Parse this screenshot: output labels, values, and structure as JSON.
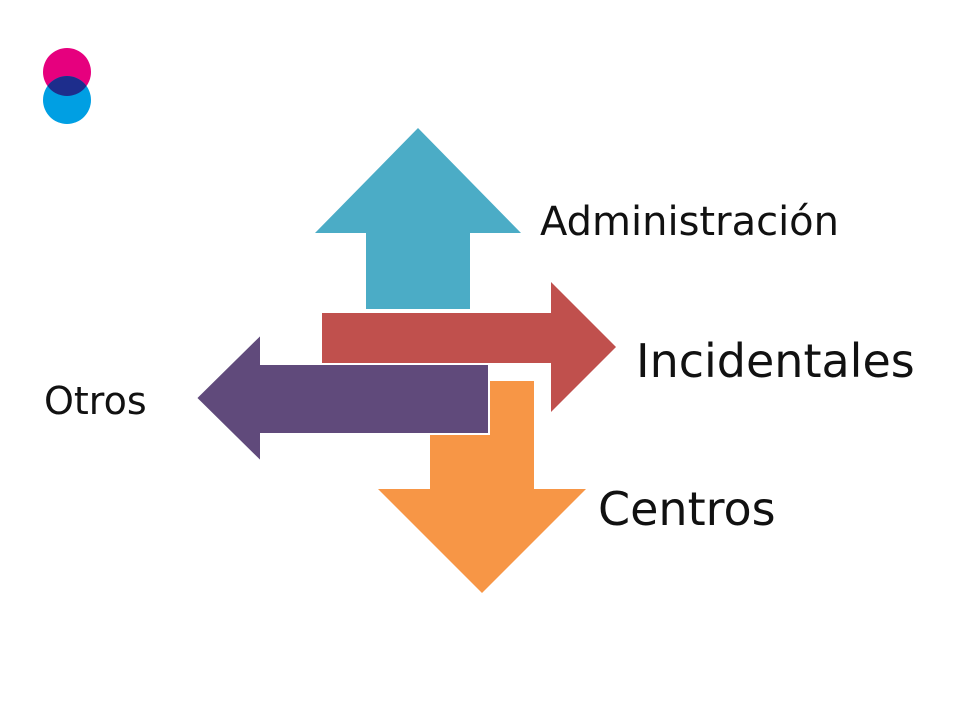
{
  "diagram": {
    "arrows": [
      {
        "id": "up",
        "label": "Administración",
        "color": "#4BACC6"
      },
      {
        "id": "right",
        "label": "Incidentales",
        "color": "#C0504D"
      },
      {
        "id": "left",
        "label": "Otros",
        "color": "#604A7B"
      },
      {
        "id": "down",
        "label": "Centros",
        "color": "#F79646"
      }
    ]
  },
  "logo": {
    "colors": {
      "top": "#E6007E",
      "bottom": "#009FE3",
      "overlap": "#1D2D8C"
    }
  }
}
